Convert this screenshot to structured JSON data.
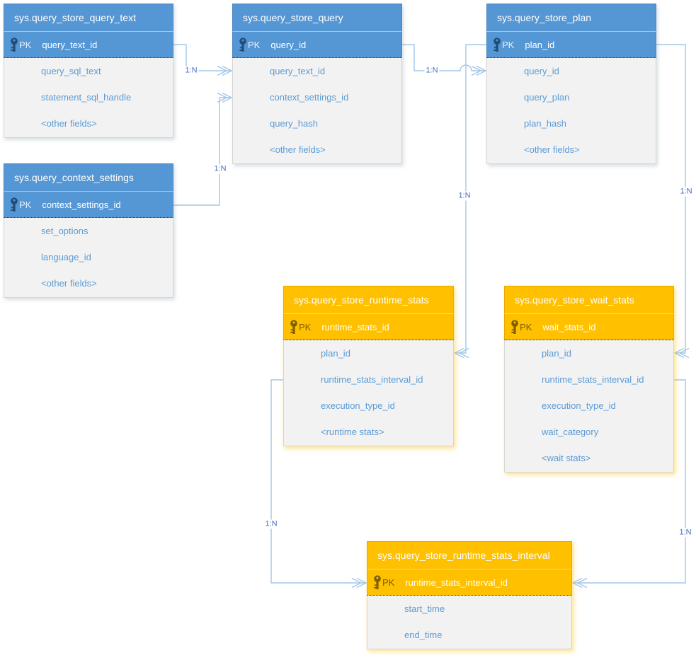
{
  "diagram": {
    "kind": "entity-relationship",
    "subject": "SQL Server Query Store catalog views"
  },
  "colors": {
    "accent_blue": "#5596D4",
    "accent_orange": "#FFC000",
    "body_bg": "#F2F2F2",
    "field_text": "#5B9BD5",
    "connector": "#A3C6E8",
    "label_text": "#4472C4",
    "pk_blue_ink": "#1F4E79",
    "pk_orange_ink": "#7F6000"
  },
  "tables": [
    {
      "name": "sys.query_store_query_text",
      "theme": "blue",
      "pk": {
        "label": "PK",
        "field": "query_text_id"
      },
      "fields": [
        "query_sql_text",
        "statement_sql_handle",
        "<other fields>"
      ]
    },
    {
      "name": "sys.query_store_query",
      "theme": "blue",
      "pk": {
        "label": "PK",
        "field": "query_id"
      },
      "fields": [
        "query_text_id",
        "context_settings_id",
        "query_hash",
        "<other fields>"
      ]
    },
    {
      "name": "sys.query_store_plan",
      "theme": "blue",
      "pk": {
        "label": "PK",
        "field": "plan_id"
      },
      "fields": [
        "query_id",
        "query_plan",
        "plan_hash",
        "<other fields>"
      ]
    },
    {
      "name": "sys.query_context_settings",
      "theme": "blue",
      "pk": {
        "label": "PK",
        "field": "context_settings_id"
      },
      "fields": [
        "set_options",
        "language_id",
        "<other fields>"
      ]
    },
    {
      "name": "sys.query_store_runtime_stats",
      "theme": "orange",
      "pk": {
        "label": "PK",
        "field": "runtime_stats_id"
      },
      "fields": [
        "plan_id",
        "runtime_stats_interval_id",
        "execution_type_id",
        "<runtime stats>"
      ]
    },
    {
      "name": "sys.query_store_wait_stats",
      "theme": "orange",
      "pk": {
        "label": "PK",
        "field": "wait_stats_id"
      },
      "fields": [
        "plan_id",
        "runtime_stats_interval_id",
        "execution_type_id",
        "wait_category",
        "<wait stats>"
      ]
    },
    {
      "name": "sys.query_store_runtime_stats_interval",
      "theme": "orange",
      "pk": {
        "label": "PK",
        "field": "runtime_stats_interval_id"
      },
      "fields": [
        "start_time",
        "end_time"
      ]
    }
  ],
  "relationships": [
    {
      "label": "1:N",
      "from": "sys.query_store_query_text.query_text_id",
      "to": "sys.query_store_query.query_text_id"
    },
    {
      "label": "1:N",
      "from": "sys.query_context_settings.context_settings_id",
      "to": "sys.query_store_query.context_settings_id"
    },
    {
      "label": "1:N",
      "from": "sys.query_store_query.query_id",
      "to": "sys.query_store_plan.query_id"
    },
    {
      "label": "1:N",
      "from": "sys.query_store_plan.plan_id",
      "to": "sys.query_store_runtime_stats.plan_id"
    },
    {
      "label": "1:N",
      "from": "sys.query_store_plan.plan_id",
      "to": "sys.query_store_wait_stats.plan_id"
    },
    {
      "label": "1:N",
      "from": "sys.query_store_runtime_stats.runtime_stats_interval_id",
      "to": "sys.query_store_runtime_stats_interval.runtime_stats_interval_id"
    },
    {
      "label": "1:N",
      "from": "sys.query_store_wait_stats.runtime_stats_interval_id",
      "to": "sys.query_store_runtime_stats_interval.runtime_stats_interval_id"
    }
  ]
}
